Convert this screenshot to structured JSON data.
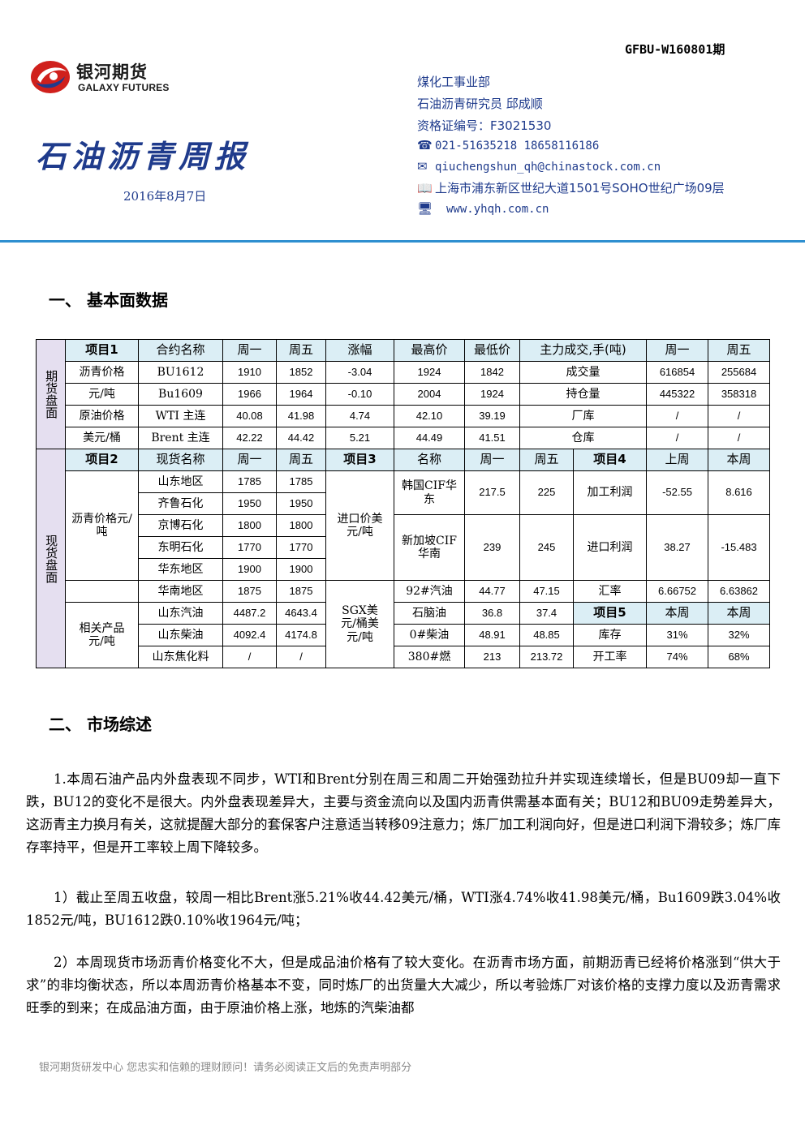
{
  "header": {
    "doc_code": "GFBU-W160801期",
    "brand_zh": "银河期货",
    "brand_en": "GALAXY FUTURES",
    "title": "石油沥青周报",
    "date": "2016年8月7日",
    "dept": "煤化工事业部",
    "analyst": "石油沥青研究员 邱成顺",
    "cert": "资格证编号：F3021530",
    "phone": "021-51635218   18658116186",
    "email": "qiuchengshun_qh@chinastock.com.cn",
    "address": "上海市浦东新区世纪大道1501号SOHO世纪广场09层",
    "website": "www.yhqh.com.cn",
    "icons": [
      "phone-icon",
      "mail-icon",
      "book-icon",
      "computer-icon"
    ],
    "accent": "#1f3b8c",
    "rule_color": "#2e8fd0"
  },
  "section1": {
    "title": "一、   基本面数据"
  },
  "table": {
    "side_futures": "期货盘面",
    "side_spot": "现货盘面",
    "fut_header": [
      "项目1",
      "合约名称",
      "周一",
      "周五",
      "涨幅",
      "最高价",
      "最低价",
      "主力成交,手(吨)",
      "周一",
      "周五"
    ],
    "asphalt_label_1": "沥青价格",
    "asphalt_label_2": "元/吨",
    "fut_asphalt": [
      [
        "BU1612",
        "1910",
        "1852",
        "-3.04",
        "1924",
        "1842",
        "成交量",
        "616854",
        "255684"
      ],
      [
        "Bu1609",
        "1966",
        "1964",
        "-0.10",
        "2004",
        "1924",
        "持仓量",
        "445322",
        "358318"
      ]
    ],
    "crude_label_1": "原油价格",
    "crude_label_2": "美元/桶",
    "fut_crude": [
      [
        "WTI 主连",
        "40.08",
        "41.98",
        "4.74",
        "42.10",
        "39.19",
        "厂库",
        "/",
        "/"
      ],
      [
        "Brent 主连",
        "42.22",
        "44.42",
        "5.21",
        "44.49",
        "41.51",
        "仓库",
        "/",
        "/"
      ]
    ],
    "spot_header": [
      "项目2",
      "现货名称",
      "周一",
      "周五",
      "项目3",
      "名称",
      "周一",
      "周五",
      "项目4",
      "上周",
      "本周"
    ],
    "spot_asphalt_label": "沥青价格元/吨",
    "spot_asphalt": [
      [
        "山东地区",
        "1785",
        "1785"
      ],
      [
        "齐鲁石化",
        "1950",
        "1950"
      ],
      [
        "京博石化",
        "1800",
        "1800"
      ],
      [
        "东明石化",
        "1770",
        "1770"
      ],
      [
        "华东地区",
        "1900",
        "1900"
      ],
      [
        "华南地区",
        "1875",
        "1875"
      ]
    ],
    "import_label": "进口价美元/吨",
    "import_rows": [
      [
        "韩国CIF华东",
        "217.5",
        "225"
      ],
      [
        "新加坡CIF华南",
        "239",
        "245"
      ]
    ],
    "profit_rows": [
      [
        "加工利润",
        "-52.55",
        "8.616"
      ],
      [
        "进口利润",
        "38.27",
        "-15.483"
      ]
    ],
    "fx_row": [
      "汇率",
      "6.66752",
      "6.63862"
    ],
    "sgx_label": "SGX美元/桶美元/吨",
    "sgx_rows": [
      [
        "92#汽油",
        "44.77",
        "47.15"
      ],
      [
        "石脑油",
        "36.8",
        "37.4"
      ],
      [
        "0#柴油",
        "48.91",
        "48.85"
      ],
      [
        "380#燃",
        "213",
        "213.72"
      ]
    ],
    "related_label": "相关产品元/吨",
    "related_rows": [
      [
        "山东汽油",
        "4487.2",
        "4643.4"
      ],
      [
        "山东柴油",
        "4092.4",
        "4174.8"
      ],
      [
        "山东焦化料",
        "/",
        "/"
      ]
    ],
    "item5_header": [
      "项目5",
      "本周",
      "本周"
    ],
    "item5_rows": [
      [
        "库存",
        "31%",
        "32%"
      ],
      [
        "开工率",
        "74%",
        "68%"
      ]
    ],
    "header_bg": "#dbeef5",
    "side_bg": "#e5dff0"
  },
  "section2": {
    "title": "二、   市场综述"
  },
  "paragraphs": [
    "1.本周石油产品内外盘表现不同步，WTI和Brent分别在周三和周二开始强劲拉升并实现连续增长，但是BU09却一直下跌，BU12的变化不是很大。内外盘表现差异大，主要与资金流向以及国内沥青供需基本面有关；BU12和BU09走势差异大，这沥青主力换月有关，这就提醒大部分的套保客户注意适当转移09注意力；炼厂加工利润向好，但是进口利润下滑较多；炼厂库存率持平，但是开工率较上周下降较多。",
    "1）截止至周五收盘，较周一相比Brent涨5.21%收44.42美元/桶，WTI涨4.74%收41.98美元/桶，Bu1609跌3.04%收1852元/吨，BU1612跌0.10%收1964元/吨；",
    "2）本周现货市场沥青价格变化不大，但是成品油价格有了较大变化。在沥青市场方面，前期沥青已经将价格涨到“供大于求”的非均衡状态，所以本周沥青价格基本不变，同时炼厂的出货量大大减少，所以考验炼厂对该价格的支撑力度以及沥青需求旺季的到来；在成品油方面，由于原油价格上涨，地炼的汽柴油都"
  ],
  "footer": "银河期货研发中心  您忠实和信赖的理财顾问！请务必阅读正文后的免责声明部分"
}
